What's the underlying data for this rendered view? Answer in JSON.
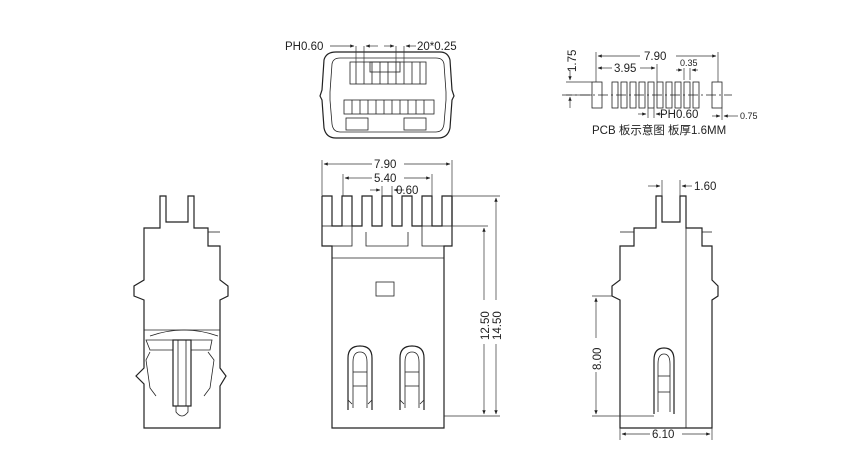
{
  "labels": {
    "front_pitch": "PH0.60",
    "front_pins": "20*0.25",
    "pcb_total": "7.90",
    "pcb_half": "3.95",
    "pcb_pad": "0.35",
    "pcb_row_offset": "1.75",
    "pcb_pitch": "PH0.60",
    "pcb_pad_length": "0.75",
    "pcb_caption": "PCB 板示意图 板厚1.6MM",
    "top_width": "7.90",
    "top_inner": "5.40",
    "top_pitch": "0.60",
    "body_length": "12.50",
    "total_length": "14.50",
    "side_tab": "1.60",
    "side_height": "8.00",
    "side_width": "6.10"
  }
}
